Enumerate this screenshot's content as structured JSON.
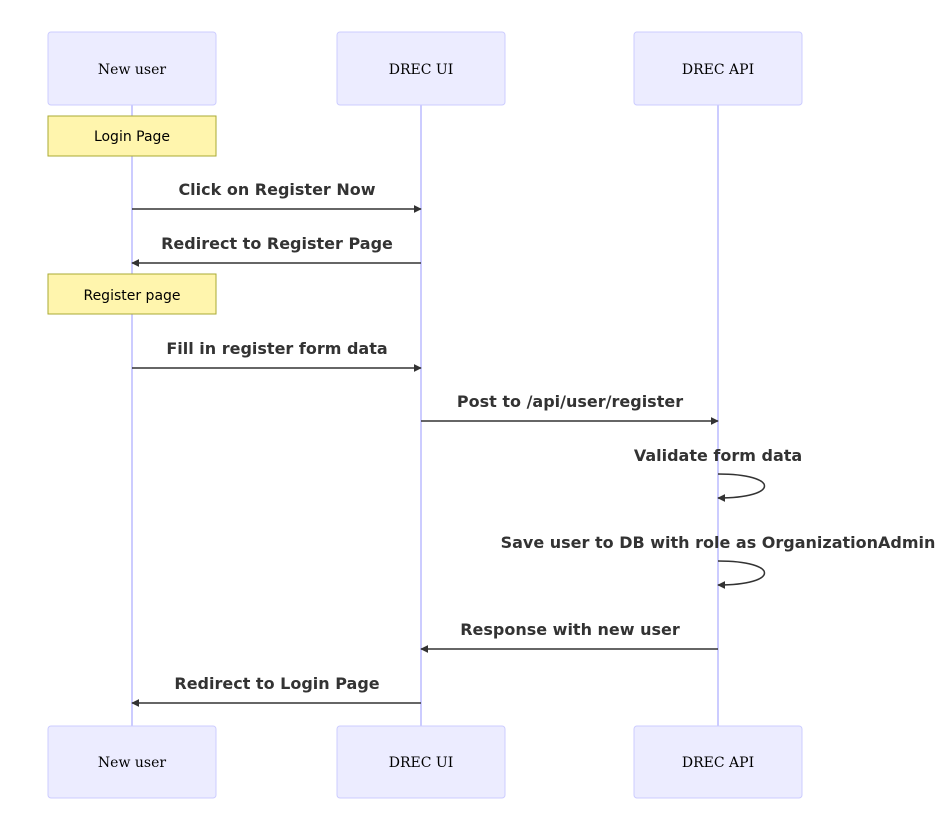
{
  "participants": [
    {
      "id": "user",
      "label": "New user"
    },
    {
      "id": "ui",
      "label": "DREC UI"
    },
    {
      "id": "api",
      "label": "DREC API"
    }
  ],
  "notes": [
    {
      "over": "user",
      "label": "Login Page"
    },
    {
      "over": "user",
      "label": "Register page"
    }
  ],
  "messages": [
    {
      "from": "user",
      "to": "ui",
      "label": "Click on Register Now"
    },
    {
      "from": "ui",
      "to": "user",
      "label": "Redirect to Register Page"
    },
    {
      "from": "user",
      "to": "ui",
      "label": "Fill in register form data"
    },
    {
      "from": "ui",
      "to": "api",
      "label": "Post to /api/user/register"
    },
    {
      "from": "api",
      "to": "api",
      "label": "Validate form data"
    },
    {
      "from": "api",
      "to": "api",
      "label": "Save user to DB with role as OrganizationAdmin"
    },
    {
      "from": "api",
      "to": "ui",
      "label": "Response with new user"
    },
    {
      "from": "ui",
      "to": "user",
      "label": "Redirect to Login Page"
    }
  ],
  "colors": {
    "actor_fill": "#ececff",
    "actor_border": "#ccccff",
    "note_fill": "#fff5ad",
    "note_border": "#aaaa33",
    "line": "#333333"
  }
}
